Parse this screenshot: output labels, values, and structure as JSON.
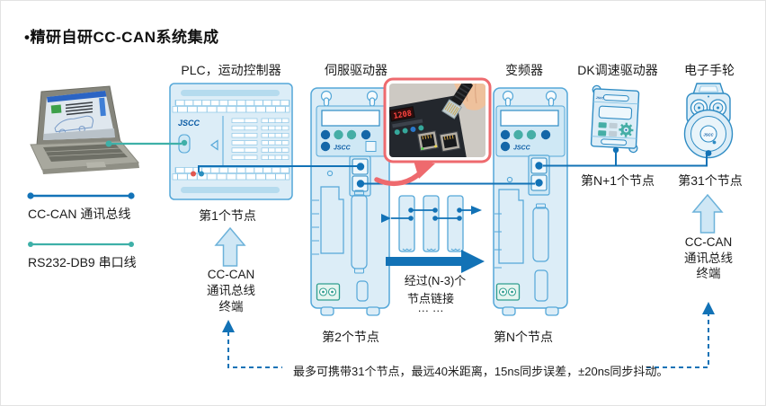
{
  "title": "•精研自研CC-CAN系统集成",
  "brand": "JSCC",
  "devices": [
    {
      "label": "PLC，运动控制器",
      "node": "第1个节点"
    },
    {
      "label": "伺服驱动器",
      "node": "第2个节点"
    },
    {
      "label": "变频器",
      "node": "第N个节点"
    },
    {
      "label": "DK调速驱动器",
      "node": "第N+1个节点"
    },
    {
      "label": "电子手轮",
      "node": "第31个节点"
    }
  ],
  "legend": {
    "items": [
      {
        "label": "CC-CAN 通讯总线",
        "color": "#1373b8"
      },
      {
        "label": "RS232-DB9 串口线",
        "color": "#3eb0a8"
      }
    ]
  },
  "terminal": {
    "l1": "CC-CAN",
    "l2": "通讯总线",
    "l3": "终端"
  },
  "chain": {
    "l1": "经过(N-3)个",
    "l2": "节点链接",
    "dots": "… …"
  },
  "note": "最多可携带31个节点，最远40米距离，15ns同步误差，±20ns同步抖动。",
  "photo": {
    "display_value": "1208"
  },
  "colors": {
    "bus_line": "#1272b6",
    "serial_line": "#3eb0a8",
    "device_fill": "#dcedf7",
    "device_stroke": "#54a7d8",
    "accent_red": "#ee6a6e",
    "teal_button": "#46aea6",
    "dark_button": "#1467a8"
  }
}
